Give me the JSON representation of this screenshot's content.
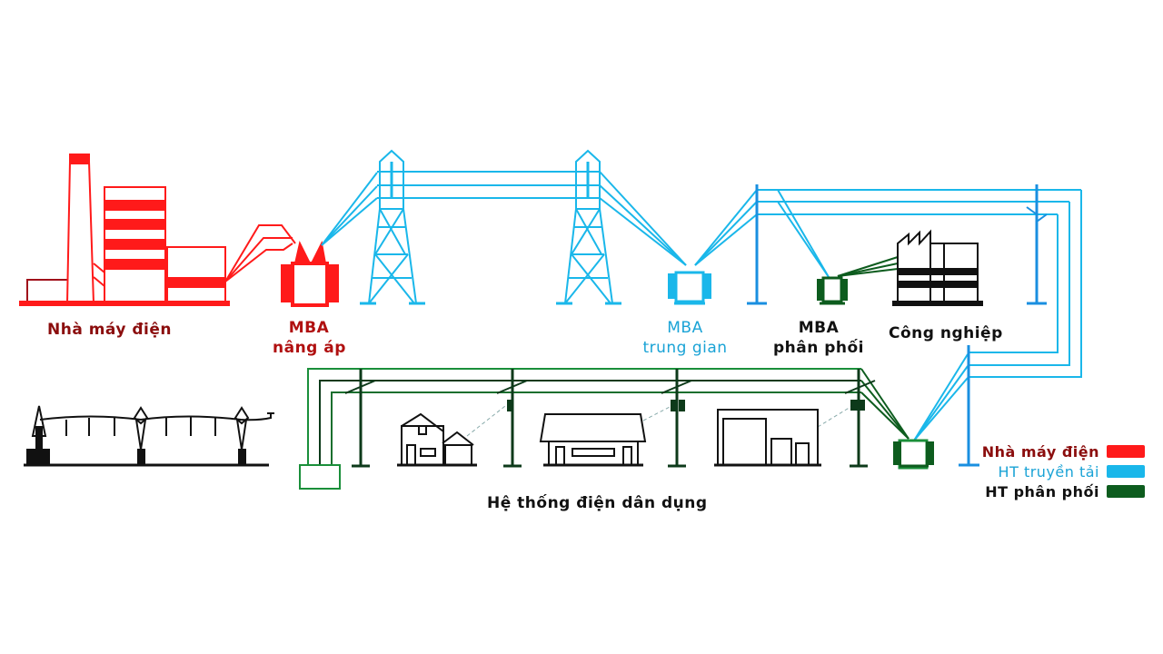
{
  "colors": {
    "plant": "#ff1a1a",
    "transmission": "#1ab7ea",
    "distribution": "#0d5c1e",
    "consumer": "#111111"
  },
  "labels": {
    "power_plant": "Nhà máy điện",
    "step_up_title": "MBA",
    "step_up_sub": "nâng áp",
    "intermediate_title": "MBA",
    "intermediate_sub": "trung gian",
    "distribution_title": "MBA",
    "distribution_sub": "phân phối",
    "industry": "Công nghiệp",
    "residential": "Hệ thống điện dân dụng"
  },
  "legend": [
    {
      "label": "Nhà máy điện",
      "color": "#ff1a1a"
    },
    {
      "label": "HT truyền tải",
      "color": "#1ab7ea"
    },
    {
      "label": "HT phân phối",
      "color": "#0d5c1e"
    }
  ]
}
